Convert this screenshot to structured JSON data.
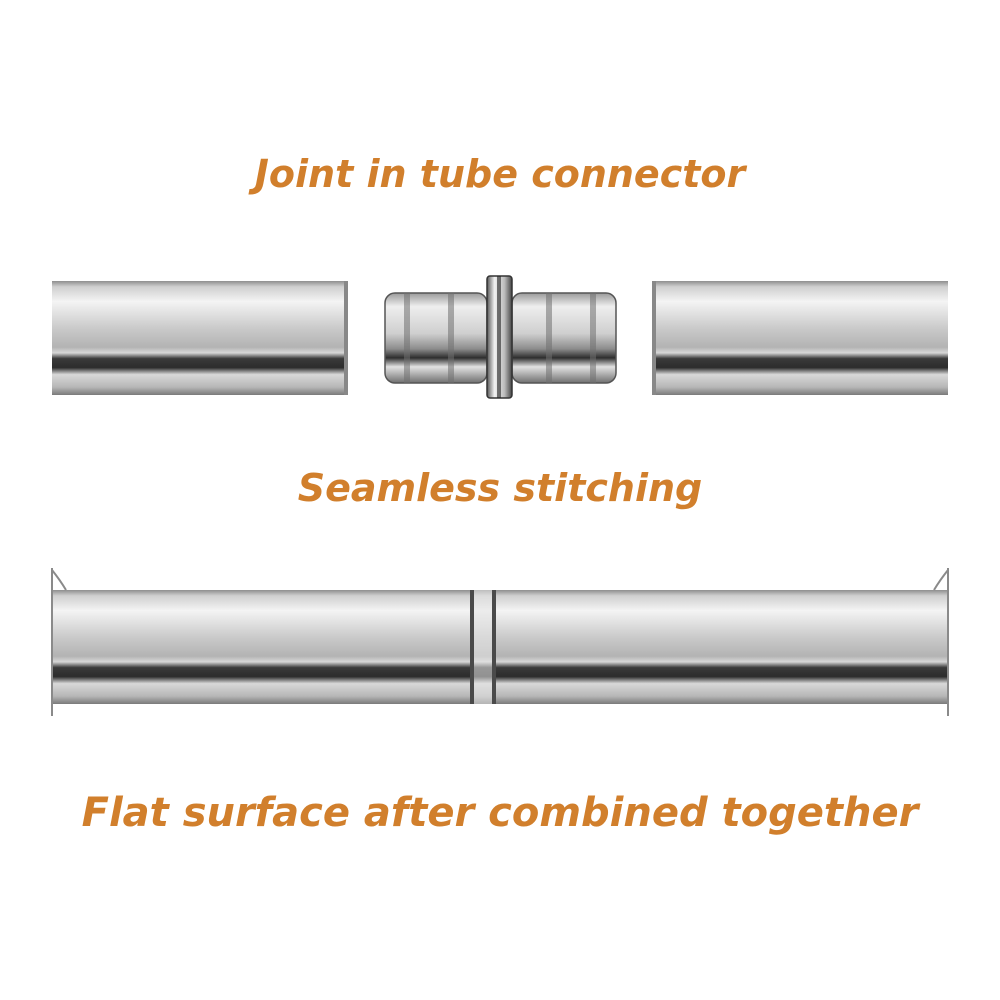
{
  "captions": {
    "top": "Joint in tube connector",
    "middle": "Seamless stitching",
    "bottom": "Flat surface after combined together"
  },
  "colors": {
    "caption": "#d17f2c",
    "metal_light": "#f2f2f2",
    "metal_mid": "#b9b9b9",
    "metal_dark": "#3a3a3a"
  }
}
